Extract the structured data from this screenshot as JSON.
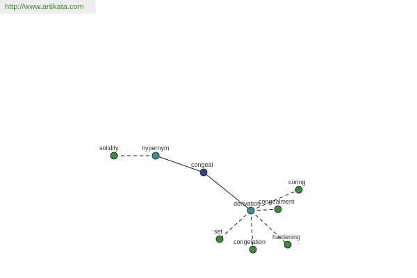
{
  "site": {
    "url": "http://www.artikata.com"
  },
  "colors": {
    "leaf": "#3f8a3d",
    "relation": "#3b9090",
    "center": "#3a3f8c",
    "edge": "#1a1a1a",
    "url": "#3d8a2e"
  },
  "graph": {
    "nodes": [
      {
        "id": "congeal",
        "label": "congeal",
        "kind": "center"
      },
      {
        "id": "hypernym",
        "label": "hypernym",
        "kind": "relation"
      },
      {
        "id": "derivation",
        "label": "derivation",
        "kind": "relation"
      },
      {
        "id": "solidify",
        "label": "solidify",
        "kind": "leaf"
      },
      {
        "id": "curing",
        "label": "curing",
        "kind": "leaf"
      },
      {
        "id": "congealment",
        "label": "congealment",
        "kind": "leaf"
      },
      {
        "id": "set",
        "label": "set",
        "kind": "leaf"
      },
      {
        "id": "congelation",
        "label": "congelation",
        "kind": "leaf"
      },
      {
        "id": "hardening",
        "label": "hardening",
        "kind": "leaf"
      }
    ],
    "edges": [
      {
        "from": "congeal",
        "to": "hypernym",
        "style": "solid"
      },
      {
        "from": "congeal",
        "to": "derivation",
        "style": "solid"
      },
      {
        "from": "hypernym",
        "to": "solidify",
        "style": "dashed"
      },
      {
        "from": "derivation",
        "to": "curing",
        "style": "dashed"
      },
      {
        "from": "derivation",
        "to": "congealment",
        "style": "dashed"
      },
      {
        "from": "derivation",
        "to": "set",
        "style": "dashed"
      },
      {
        "from": "derivation",
        "to": "congelation",
        "style": "dashed"
      },
      {
        "from": "derivation",
        "to": "hardening",
        "style": "dashed"
      }
    ]
  }
}
